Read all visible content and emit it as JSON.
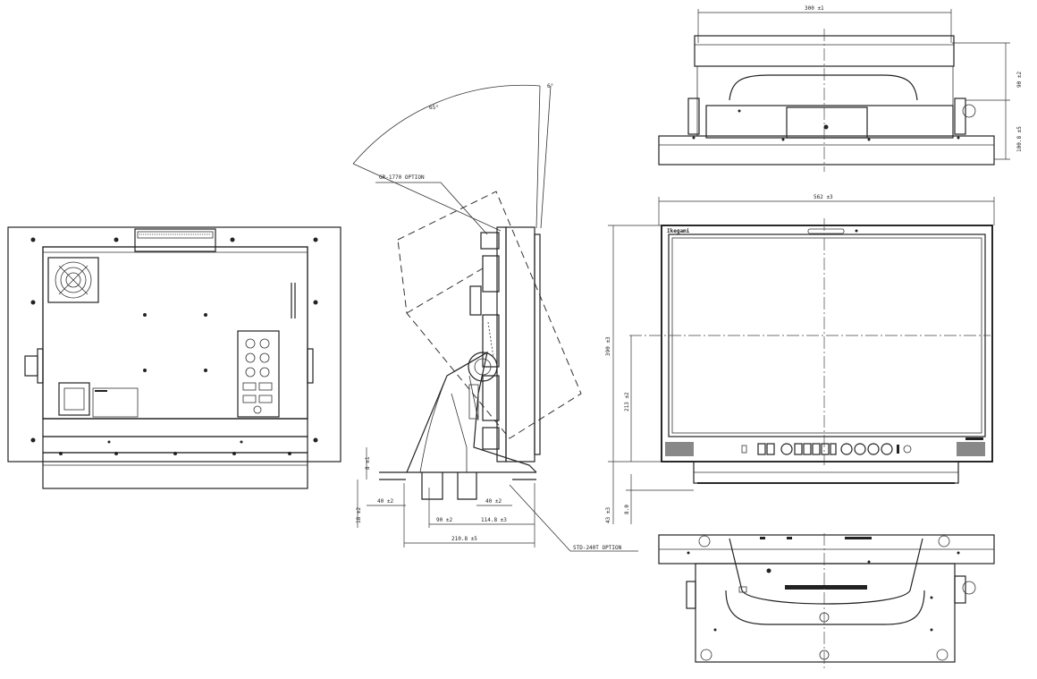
{
  "dimensions": {
    "top_width": "300 ±1",
    "top_depth_1": "90 ±2",
    "top_depth_2": "100.8 ±5",
    "front_width": "562 ±3",
    "front_height": "390 ±3",
    "front_center_height": "213 ±2",
    "front_stand_height": "43 ±3",
    "front_base": "8.0",
    "side_tilt_back": "65°",
    "side_tilt_front": "6°",
    "side_bracket_option": "GR-1770 OPTION",
    "side_stand_option": "STD-240T OPTION",
    "side_foot_left": "40 ±2",
    "side_foot_right": "40 ±2",
    "side_gap": "90 ±2",
    "side_offset": "114.8 ±3",
    "side_total": "210.8 ±5",
    "side_foot_height": "18 ±2",
    "side_foot_thick": "8 ±1"
  },
  "labels": {
    "brand": "Ikegami"
  },
  "views": [
    "rear-view",
    "side-view",
    "top-view",
    "front-view",
    "bottom-view"
  ]
}
